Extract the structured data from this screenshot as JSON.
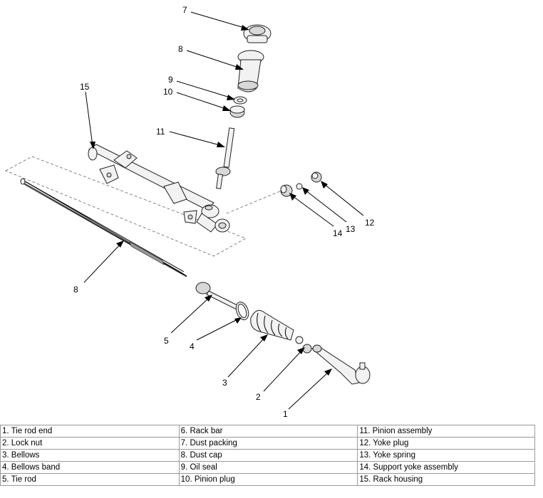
{
  "callouts": {
    "c7": "7",
    "c8a": "8",
    "c9": "9",
    "c10": "10",
    "c11": "11",
    "c15": "15",
    "c12": "12",
    "c13": "13",
    "c14": "14",
    "c8b": "8",
    "c5": "5",
    "c4": "4",
    "c3": "3",
    "c2": "2",
    "c1": "1"
  },
  "legend": {
    "rows": [
      [
        "1. Tie rod end",
        "6. Rack bar",
        "11. Pinion assembly"
      ],
      [
        "2. Lock nut",
        "7. Dust packing",
        "12. Yoke plug"
      ],
      [
        "3. Bellows",
        "8. Dust cap",
        "13. Yoke spring"
      ],
      [
        "4. Bellows band",
        "9. Oil seal",
        "14. Support yoke assembly"
      ],
      [
        "5. Tie rod",
        "10. Pinion plug",
        "15. Rack housing"
      ]
    ]
  }
}
